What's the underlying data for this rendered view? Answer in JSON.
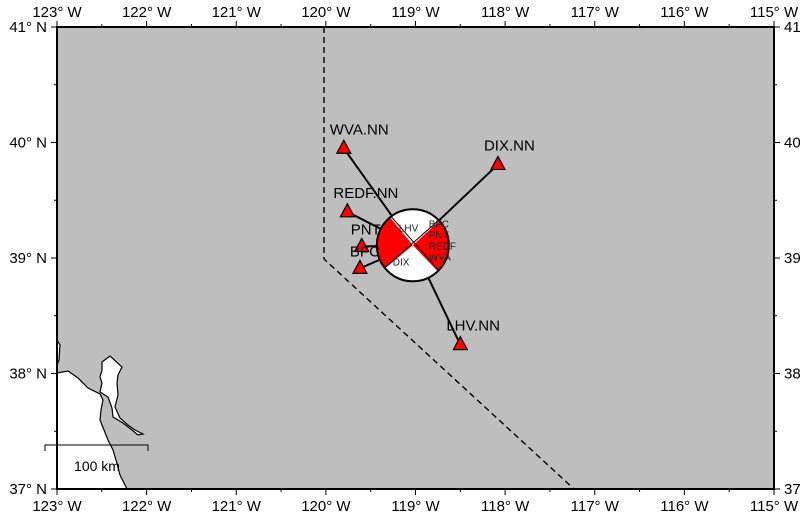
{
  "map": {
    "extent": {
      "lon_min": -123,
      "lon_max": -115,
      "lat_min": 37,
      "lat_max": 41
    },
    "x_tick_labels": [
      "123° W",
      "122° W",
      "121° W",
      "120° W",
      "119° W",
      "118° W",
      "117° W",
      "116° W",
      "115° W"
    ],
    "y_tick_labels": [
      "37° N",
      "38° N",
      "39° N",
      "40° N",
      "41° N"
    ],
    "scale_bar_label": "100 km",
    "colors": {
      "land": "#bebebe",
      "water": "#ffffff",
      "station": "#ff0000",
      "compression": "#ff0000"
    },
    "stations": [
      {
        "label": "WVA.NN",
        "lon": -119.8,
        "lat": 39.95
      },
      {
        "label": "DIX.NN",
        "lon": -118.08,
        "lat": 39.81
      },
      {
        "label": "REDF.NN",
        "lon": -119.76,
        "lat": 39.4
      },
      {
        "label": "PNT",
        "lon": -119.6,
        "lat": 39.1
      },
      {
        "label": "BFC",
        "lon": -119.62,
        "lat": 38.91
      },
      {
        "label": "LHV.NN",
        "lon": -118.5,
        "lat": 38.25
      }
    ],
    "beachball": {
      "lon": -119.03,
      "lat": 39.11,
      "station_labels": [
        "LHV",
        "BFC",
        "PNT",
        "REDF",
        "DIX",
        "WVA"
      ]
    }
  }
}
